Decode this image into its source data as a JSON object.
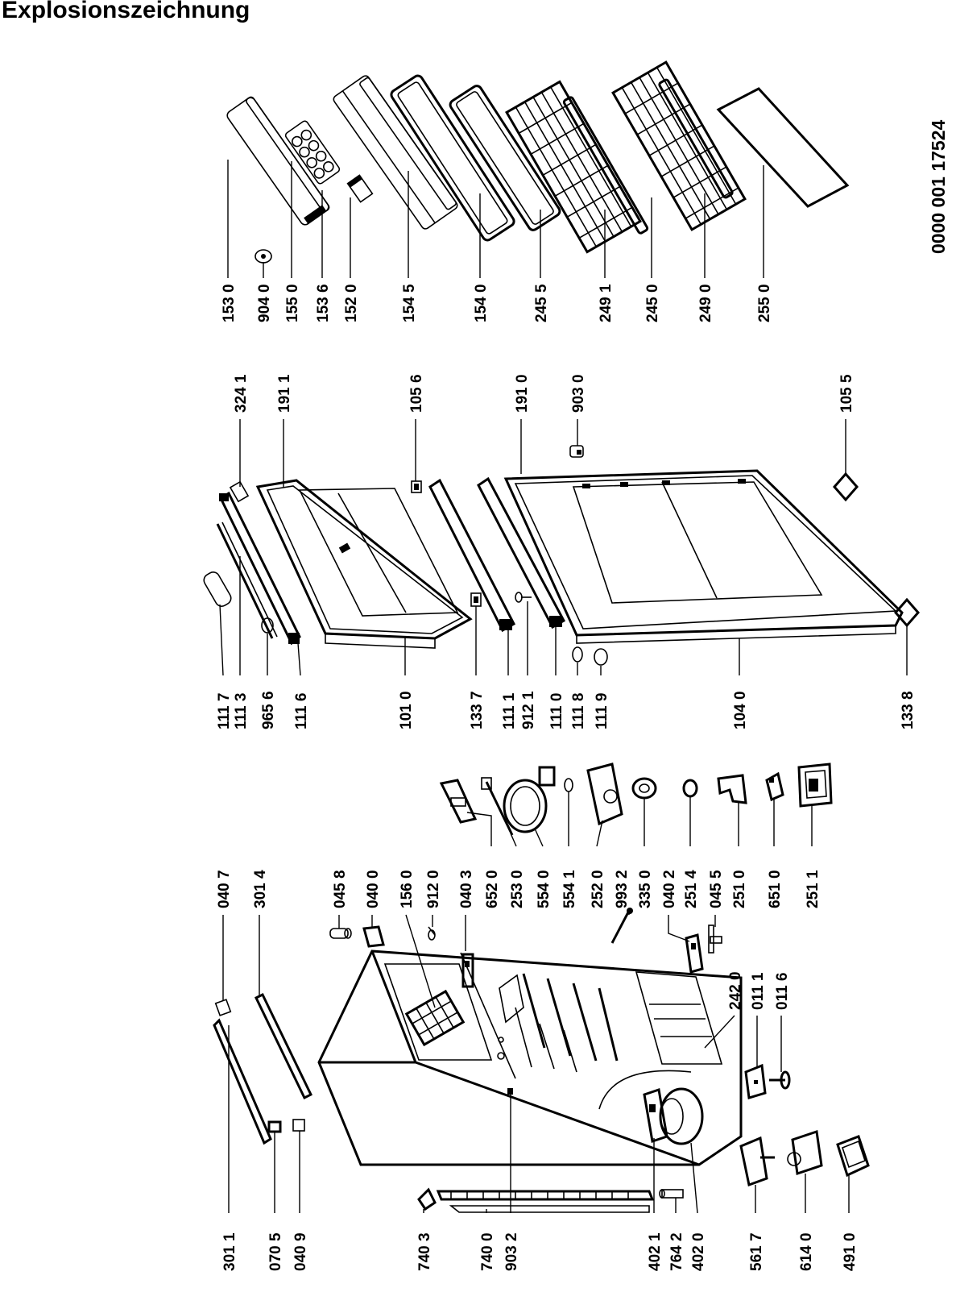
{
  "title": "Explosionszeichnung",
  "document_number": "0000 001 17524",
  "part_labels": [
    {
      "id": "p1530",
      "text": "153 0"
    },
    {
      "id": "p9040",
      "text": "904 0"
    },
    {
      "id": "p1550",
      "text": "155 0"
    },
    {
      "id": "p1536",
      "text": "153 6"
    },
    {
      "id": "p1520",
      "text": "152 0"
    },
    {
      "id": "p1545",
      "text": "154 5"
    },
    {
      "id": "p1540",
      "text": "154 0"
    },
    {
      "id": "p2455",
      "text": "245 5"
    },
    {
      "id": "p2491",
      "text": "249 1"
    },
    {
      "id": "p2450",
      "text": "245 0"
    },
    {
      "id": "p2490",
      "text": "249 0"
    },
    {
      "id": "p2550",
      "text": "255 0"
    },
    {
      "id": "p3241",
      "text": "324 1"
    },
    {
      "id": "p1911",
      "text": "191 1"
    },
    {
      "id": "p1056",
      "text": "105 6"
    },
    {
      "id": "p1910",
      "text": "191 0"
    },
    {
      "id": "p9030",
      "text": "903 0"
    },
    {
      "id": "p1055",
      "text": "105 5"
    },
    {
      "id": "p1117",
      "text": "111 7"
    },
    {
      "id": "p1113",
      "text": "111 3"
    },
    {
      "id": "p9656",
      "text": "965 6"
    },
    {
      "id": "p1116",
      "text": "111 6"
    },
    {
      "id": "p1010",
      "text": "101 0"
    },
    {
      "id": "p1337",
      "text": "133 7"
    },
    {
      "id": "p1111",
      "text": "111 1"
    },
    {
      "id": "p9121",
      "text": "912 1"
    },
    {
      "id": "p1110",
      "text": "111 0"
    },
    {
      "id": "p1118",
      "text": "111 8"
    },
    {
      "id": "p1119",
      "text": "111 9"
    },
    {
      "id": "p1040",
      "text": "104 0"
    },
    {
      "id": "p1338",
      "text": "133 8"
    },
    {
      "id": "p0407",
      "text": "040 7"
    },
    {
      "id": "p3014",
      "text": "301 4"
    },
    {
      "id": "p0458",
      "text": "045 8"
    },
    {
      "id": "p0400",
      "text": "040 0"
    },
    {
      "id": "p1560",
      "text": "156 0"
    },
    {
      "id": "p9120",
      "text": "912 0"
    },
    {
      "id": "p0403",
      "text": "040 3"
    },
    {
      "id": "p6520",
      "text": "652 0"
    },
    {
      "id": "p2530",
      "text": "253 0"
    },
    {
      "id": "p5540",
      "text": "554 0"
    },
    {
      "id": "p5541",
      "text": "554 1"
    },
    {
      "id": "p2520",
      "text": "252 0"
    },
    {
      "id": "p9932",
      "text": "993 2"
    },
    {
      "id": "p3350",
      "text": "335 0"
    },
    {
      "id": "p0402",
      "text": "040 2"
    },
    {
      "id": "p2514",
      "text": "251 4"
    },
    {
      "id": "p0455",
      "text": "045 5"
    },
    {
      "id": "p2510",
      "text": "251 0"
    },
    {
      "id": "p6510",
      "text": "651 0"
    },
    {
      "id": "p2511",
      "text": "251 1"
    },
    {
      "id": "p2420",
      "text": "242 0"
    },
    {
      "id": "p0111",
      "text": "011 1"
    },
    {
      "id": "p0116",
      "text": "011 6"
    },
    {
      "id": "p3011",
      "text": "301 1"
    },
    {
      "id": "p0705",
      "text": "070 5"
    },
    {
      "id": "p0409",
      "text": "040 9"
    },
    {
      "id": "p7403",
      "text": "740 3"
    },
    {
      "id": "p7400",
      "text": "740 0"
    },
    {
      "id": "p9032",
      "text": "903 2"
    },
    {
      "id": "p4021",
      "text": "402 1"
    },
    {
      "id": "p7642",
      "text": "764 2"
    },
    {
      "id": "p4020",
      "text": "402 0"
    },
    {
      "id": "p5617",
      "text": "561 7"
    },
    {
      "id": "p6140",
      "text": "614 0"
    },
    {
      "id": "p4910",
      "text": "491 0"
    }
  ]
}
